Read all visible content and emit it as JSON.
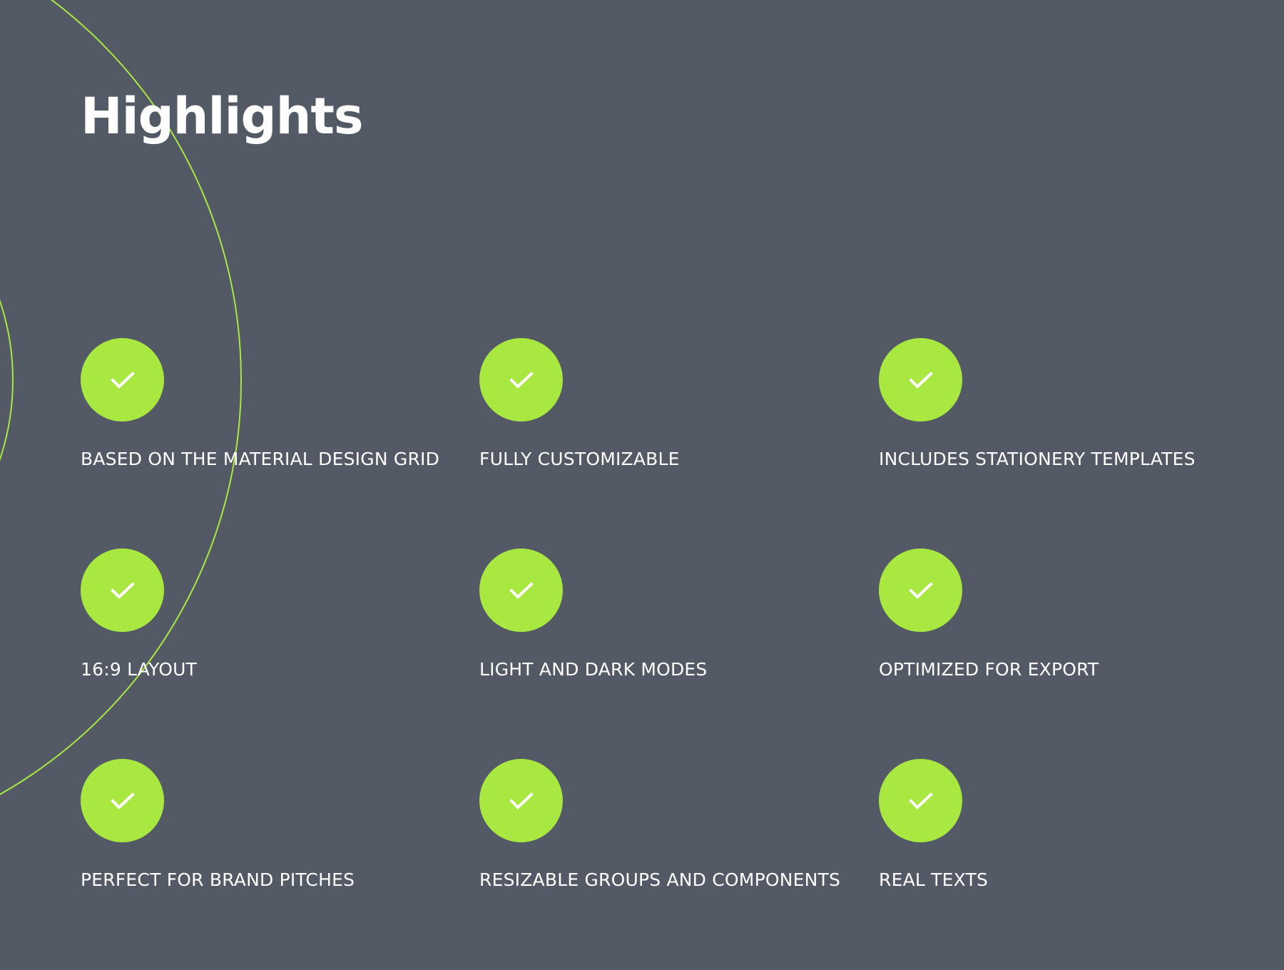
{
  "slide": {
    "title": "Highlights",
    "colors": {
      "background": "#535a65",
      "accent": "#a9e741",
      "text": "#ffffff"
    },
    "badge_icon": "check-icon",
    "features": [
      {
        "label": "BASED ON THE MATERIAL DESIGN GRID"
      },
      {
        "label": "FULLY CUSTOMIZABLE"
      },
      {
        "label": "INCLUDES STATIONERY TEMPLATES"
      },
      {
        "label": "16:9 LAYOUT"
      },
      {
        "label": "LIGHT AND DARK MODES"
      },
      {
        "label": "OPTIMIZED FOR EXPORT"
      },
      {
        "label": "PERFECT FOR BRAND PITCHES"
      },
      {
        "label": "RESIZABLE GROUPS AND COMPONENTS"
      },
      {
        "label": "REAL TEXTS"
      }
    ]
  }
}
